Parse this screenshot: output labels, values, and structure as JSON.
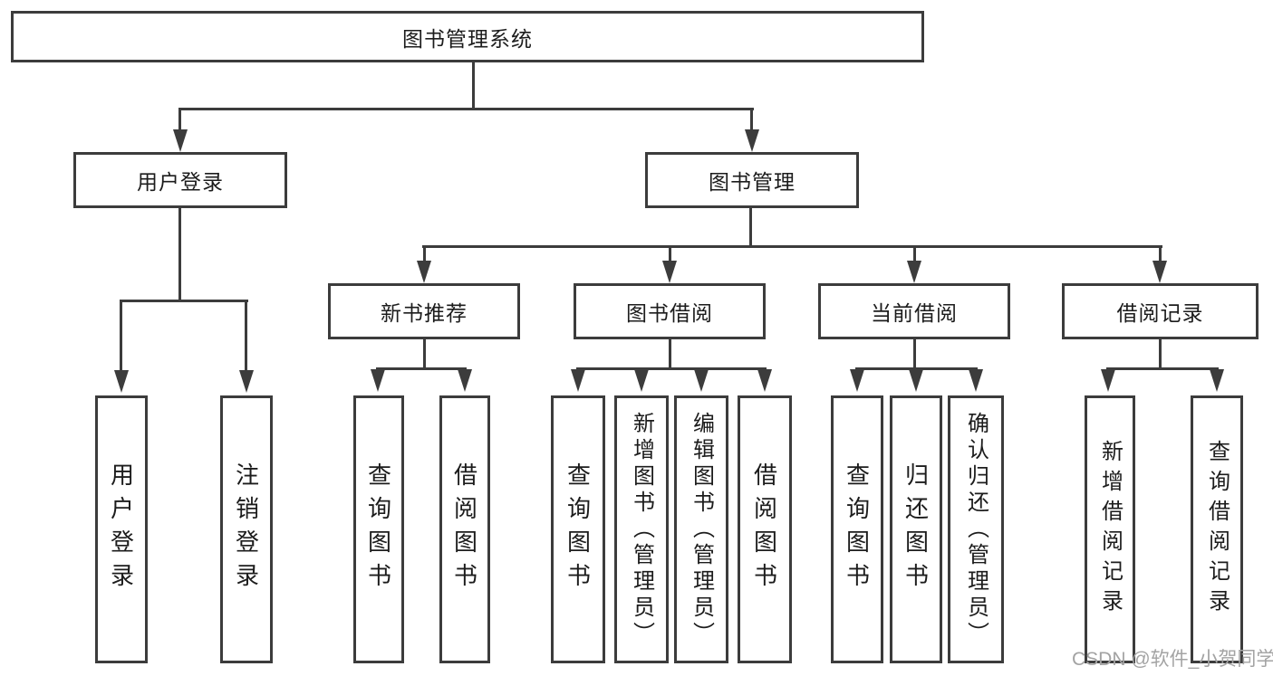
{
  "tree": {
    "root": {
      "label": "图书管理系统"
    },
    "branches": [
      {
        "label": "用户登录",
        "children": [
          {
            "label": "用户登录"
          },
          {
            "label": "注销登录"
          }
        ]
      },
      {
        "label": "图书管理",
        "children": [
          {
            "label": "新书推荐",
            "children": [
              {
                "label": "查询图书"
              },
              {
                "label": "借阅图书"
              }
            ]
          },
          {
            "label": "图书借阅",
            "children": [
              {
                "label": "查询图书"
              },
              {
                "label": "新增图书（管理员）"
              },
              {
                "label": "编辑图书（管理员）"
              },
              {
                "label": "借阅图书"
              }
            ]
          },
          {
            "label": "当前借阅",
            "children": [
              {
                "label": "查询图书"
              },
              {
                "label": "归还图书"
              },
              {
                "label": "确认归还（管理员）"
              }
            ]
          },
          {
            "label": "借阅记录",
            "children": [
              {
                "label": "新增借阅记录"
              },
              {
                "label": "查询借阅记录"
              }
            ]
          }
        ]
      }
    ]
  },
  "watermark": {
    "text": "CSDN @软件_小贺同学"
  },
  "colors": {
    "line": "#3c3c3c",
    "text": "#1c1c1c",
    "watermark": "#a3a3a3",
    "background": "#ffffff"
  }
}
